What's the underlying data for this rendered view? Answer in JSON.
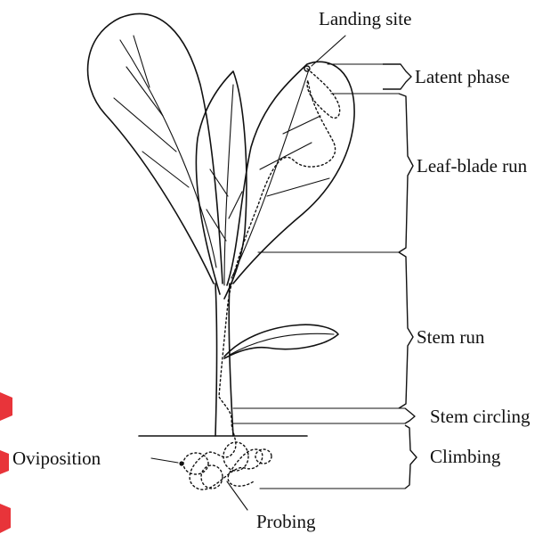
{
  "labels": {
    "landing_site": "Landing site",
    "latent_phase": "Latent phase",
    "leaf_blade_run": "Leaf-blade run",
    "stem_run": "Stem run",
    "stem_circling": "Stem circling",
    "climbing": "Climbing",
    "oviposition": "Oviposition",
    "probing": "Probing"
  },
  "colors": {
    "ink": "#111111",
    "background": "#ffffff",
    "edge_mark": "#e8343a"
  }
}
